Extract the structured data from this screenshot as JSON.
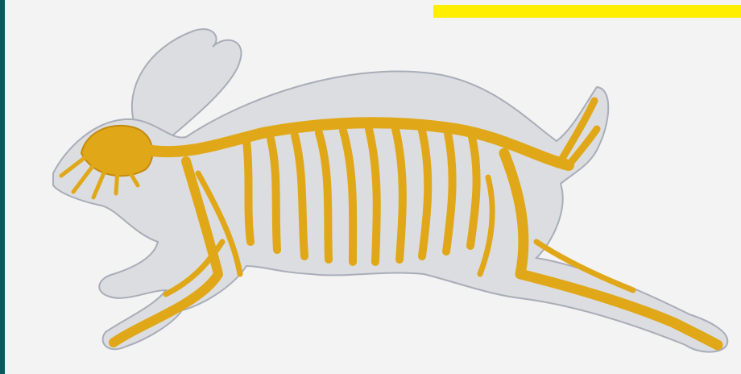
{
  "colors": {
    "page_frame": "#0a5a5c",
    "canvas_background": "#f3f3f3",
    "highlight_bar": "#ffee00",
    "body_fill": "#dcdde0",
    "body_outline": "#a8adb8",
    "nervous_system": "#e0a818",
    "nervous_system_dark": "#c48a0c"
  },
  "figure": {
    "subject": "rabbit",
    "structure": "nervous system",
    "icon": "rabbit-nervous-system-illustration"
  }
}
